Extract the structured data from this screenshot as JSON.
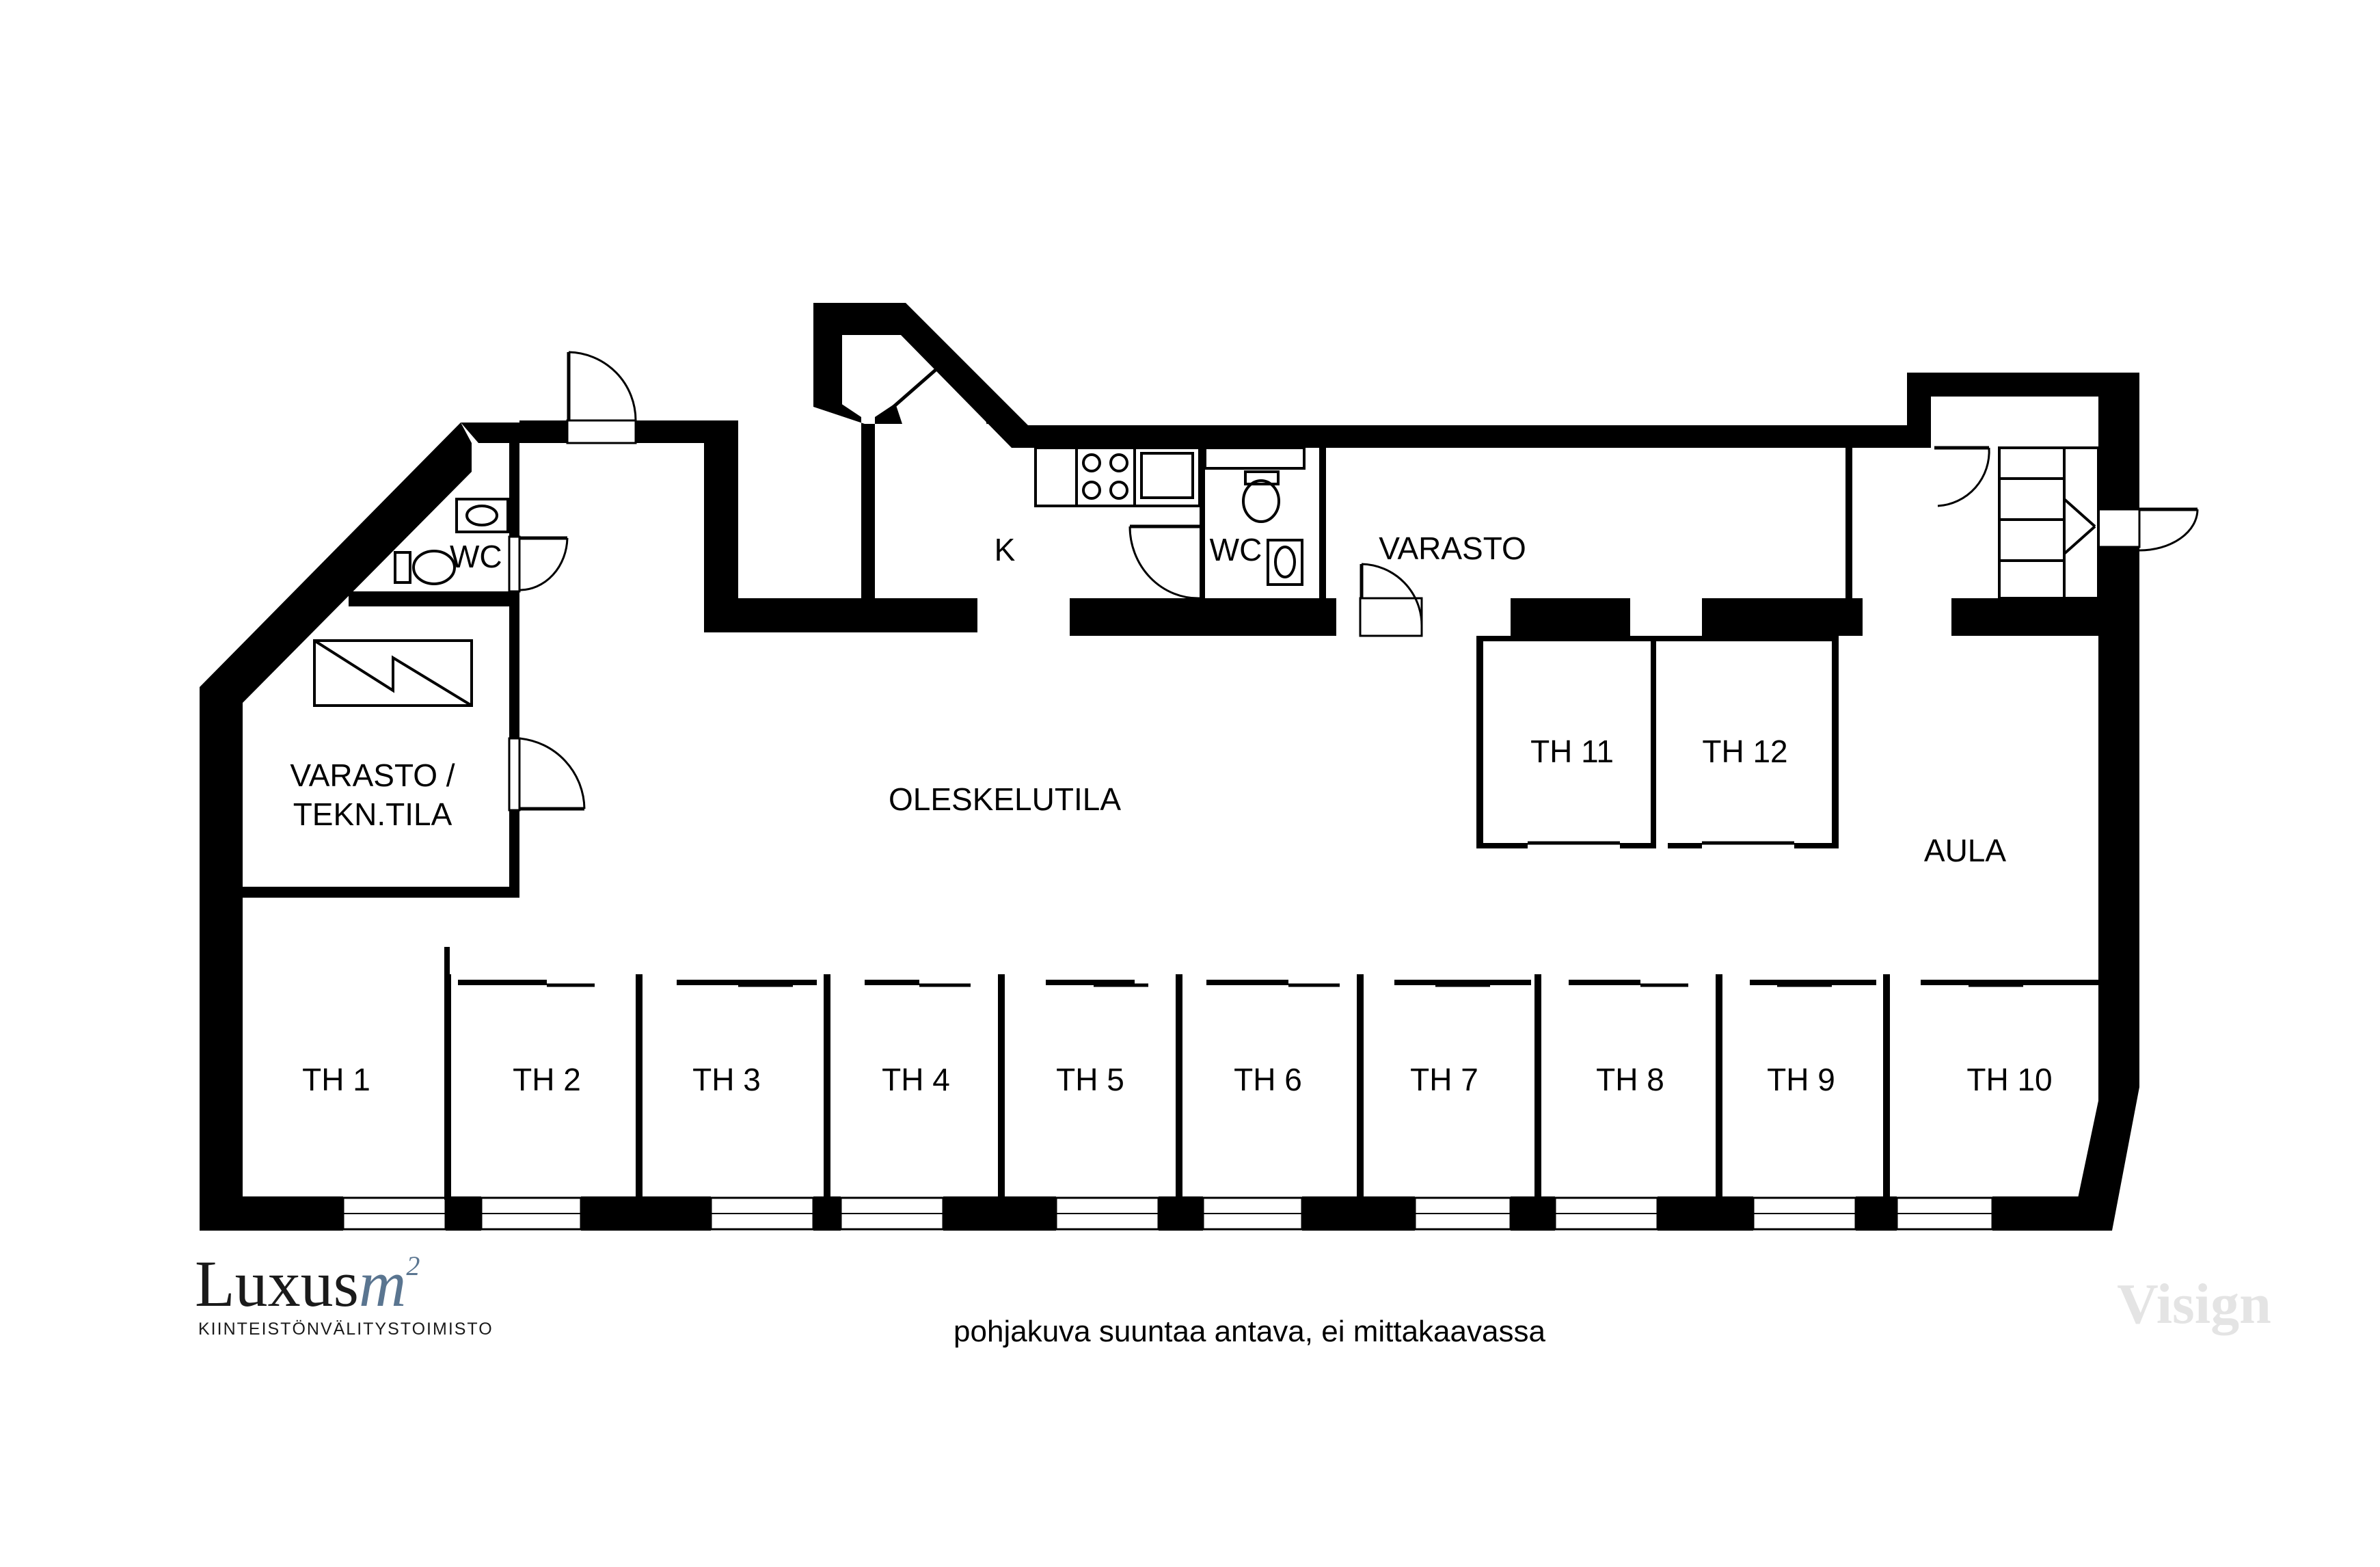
{
  "rooms": {
    "wc_left": "WC",
    "kitchen": "K",
    "wc_mid": "WC",
    "varasto": "VARASTO",
    "varasto_tekn_line1": "VARASTO /",
    "varasto_tekn_line2": "TEKN.TILA",
    "oleskelutila": "OLESKELUTILA",
    "aula": "AULA",
    "th1": "TH 1",
    "th2": "TH 2",
    "th3": "TH 3",
    "th4": "TH 4",
    "th5": "TH 5",
    "th6": "TH 6",
    "th7": "TH 7",
    "th8": "TH 8",
    "th9": "TH 9",
    "th10": "TH 10",
    "th11": "TH 11",
    "th12": "TH 12"
  },
  "footer": {
    "disclaimer": "pohjakuva suuntaa antava, ei mittakaavassa",
    "logo_text": "Luxus",
    "logo_m": "m",
    "logo_sup": "2",
    "logo_tagline": "KIINTEISTÖNVÄLITYSTOIMISTO",
    "watermark": "Visign"
  }
}
